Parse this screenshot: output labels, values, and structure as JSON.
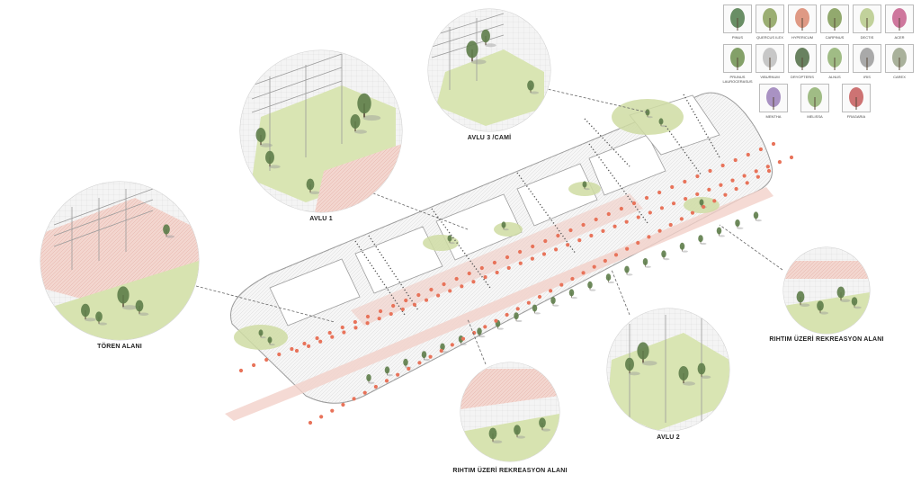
{
  "callouts": {
    "toren": "TÖREN ALANI",
    "avlu1": "AVLU 1",
    "avlu3": "AVLU 3 /CAMİ",
    "avlu2": "AVLU 2",
    "rihtim_right": "RIHTIM ÜZERİ REKREASYON ALANI",
    "rihtim_bottom": "RIHTIM ÜZERİ REKREASYON ALANI"
  },
  "legend": {
    "plants": [
      {
        "name": "PINUS",
        "icon": "conifer-icon",
        "color": "#4f7a4a"
      },
      {
        "name": "QUERCUS ILEX",
        "icon": "column-tree-icon",
        "color": "#8aa05a"
      },
      {
        "name": "HYPERICUM",
        "icon": "shrub-icon",
        "color": "#d9876e"
      },
      {
        "name": "CARPINUS",
        "icon": "tree-icon",
        "color": "#7f9a55"
      },
      {
        "name": "DECTIS",
        "icon": "branch-icon",
        "color": "#b6c98a"
      },
      {
        "name": "ACER",
        "icon": "flower-icon",
        "color": "#c65f8c"
      },
      {
        "name": "PRUNUS LAUROCERASUS",
        "icon": "leaf-icon",
        "color": "#6d8f4d"
      },
      {
        "name": "VIBURNUM",
        "icon": "outline-leaf-icon",
        "color": "#bdbdbd"
      },
      {
        "name": "DRYOPTERIS",
        "icon": "fern-icon",
        "color": "#4e6b43"
      },
      {
        "name": "ALNUS",
        "icon": "oval-leaf-icon",
        "color": "#8fb070"
      },
      {
        "name": "IRIS",
        "icon": "sketch-icon",
        "color": "#9a9a9a"
      },
      {
        "name": "CAREX",
        "icon": "grass-icon",
        "color": "#9aa38a"
      },
      {
        "name": "MENTHA",
        "icon": "lavender-icon",
        "color": "#9a7fb8"
      },
      {
        "name": "MELISSA",
        "icon": "herb-icon",
        "color": "#8fb070"
      },
      {
        "name": "FRAGARIA",
        "icon": "berry-icon",
        "color": "#c45a5a"
      }
    ]
  },
  "colors": {
    "dots": "#e8735a",
    "green": "#c9d99b",
    "tree": "#5e7d4a",
    "pink": "#efc8c0",
    "line": "#888888"
  }
}
